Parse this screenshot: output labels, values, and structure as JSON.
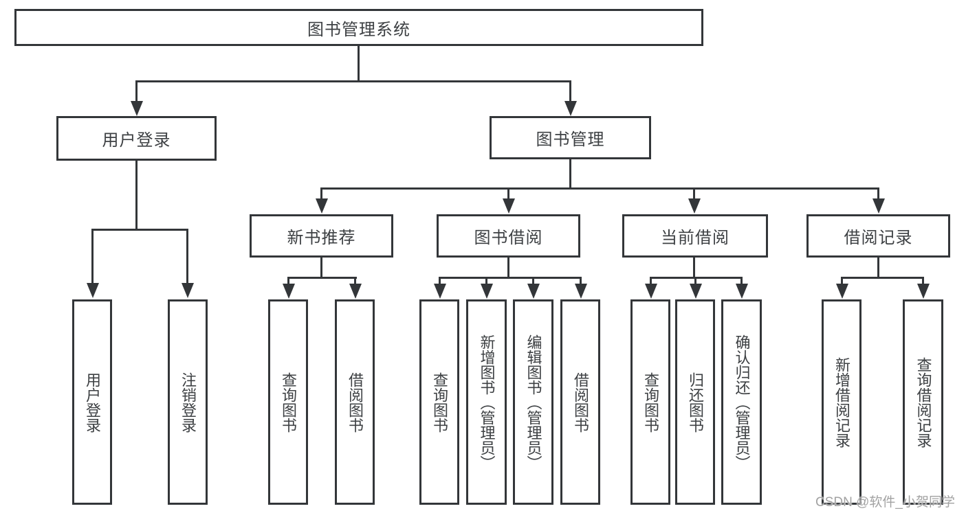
{
  "diagram": {
    "root": {
      "label": "图书管理系统"
    },
    "level2": [
      {
        "label": "用户登录"
      },
      {
        "label": "图书管理"
      }
    ],
    "level3": [
      {
        "label": "新书推荐"
      },
      {
        "label": "图书借阅"
      },
      {
        "label": "当前借阅"
      },
      {
        "label": "借阅记录"
      }
    ],
    "leaves": {
      "login": [
        {
          "label": "用户登录"
        },
        {
          "label": "注销登录"
        }
      ],
      "newbook": [
        {
          "label": "查询图书"
        },
        {
          "label": "借阅图书"
        }
      ],
      "borrow": [
        {
          "label": "查询图书"
        },
        {
          "label": "新增图书（管理员）"
        },
        {
          "label": "编辑图书（管理员）"
        },
        {
          "label": "借阅图书"
        }
      ],
      "current": [
        {
          "label": "查询图书"
        },
        {
          "label": "归还图书"
        },
        {
          "label": "确认归还（管理员）"
        }
      ],
      "records": [
        {
          "label": "新增借阅记录"
        },
        {
          "label": "查询借阅记录"
        }
      ]
    },
    "watermark": "CSDN @软件_小贺同学",
    "colors": {
      "line": "#333639",
      "text": "#3d4043",
      "background": "#ffffff",
      "watermark": "#a2a2a2"
    }
  }
}
